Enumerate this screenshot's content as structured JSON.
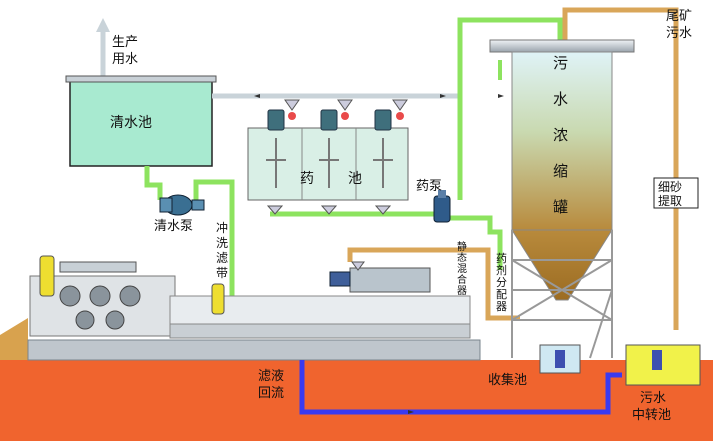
{
  "labels": {
    "production_water": [
      "生产",
      "用水"
    ],
    "clear_water_tank": "清水池",
    "clear_water_pump": "清水泵",
    "chemical_tank": [
      "药",
      "池"
    ],
    "chemical_pump": "药泵",
    "wash_filter_belt": [
      "冲",
      "洗",
      "滤",
      "带"
    ],
    "static_mixer": [
      "静",
      "态",
      "混",
      "合",
      "器"
    ],
    "chemical_distributor": [
      "药",
      "剂",
      "分",
      "配",
      "器"
    ],
    "thickener": [
      "污",
      "水",
      "浓",
      "缩",
      "罐"
    ],
    "tailings_wastewater": [
      "尾矿",
      "污水"
    ],
    "fine_sand_extraction": [
      "细砂",
      "提取"
    ],
    "filtrate_return": [
      "滤液",
      "回流"
    ],
    "collection_tank": "收集池",
    "wastewater_transfer_tank": [
      "污水",
      "中转池"
    ]
  },
  "colors": {
    "green_pipe": "#8de35f",
    "orange_pipe": "#d9a659",
    "blue_pipe": "#3a3af0",
    "ground": "#f0642e",
    "clear_tank": "#a8ead0",
    "chem_tank": "#d9efe6",
    "yellow_water": "#f1f24a"
  }
}
